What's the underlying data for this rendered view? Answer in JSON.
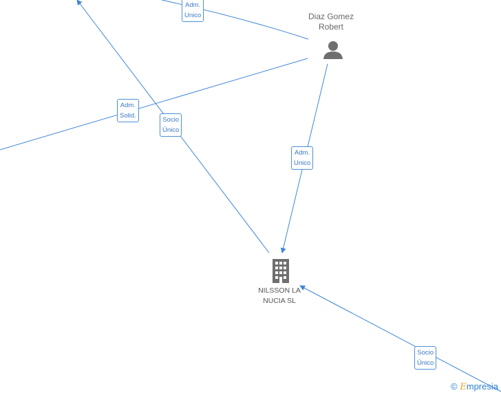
{
  "nodes": {
    "person": {
      "name_line1": "Diaz Gomez",
      "name_line2": "Robert",
      "icon": "person-icon"
    },
    "company": {
      "name_line1": "NILSSON LA",
      "name_line2": "NUCIA  SL",
      "icon": "building-icon"
    }
  },
  "edges": [
    {
      "id": "adm-unico-top",
      "line1": "Adm.",
      "line2": "Unico"
    },
    {
      "id": "adm-solid",
      "line1": "Adm.",
      "line2": "Solid."
    },
    {
      "id": "socio-unico-left",
      "line1": "Socio",
      "line2": "Único"
    },
    {
      "id": "adm-unico-mid",
      "line1": "Adm.",
      "line2": "Unico"
    },
    {
      "id": "socio-unico-bottom",
      "line1": "Socio",
      "line2": "Único"
    }
  ],
  "brand": {
    "copyright": "©",
    "initial": "E",
    "rest": "mpresia"
  },
  "colors": {
    "edge": "#3f86d6",
    "label_text": "#3a78c3",
    "icon": "#6f6f6f"
  }
}
